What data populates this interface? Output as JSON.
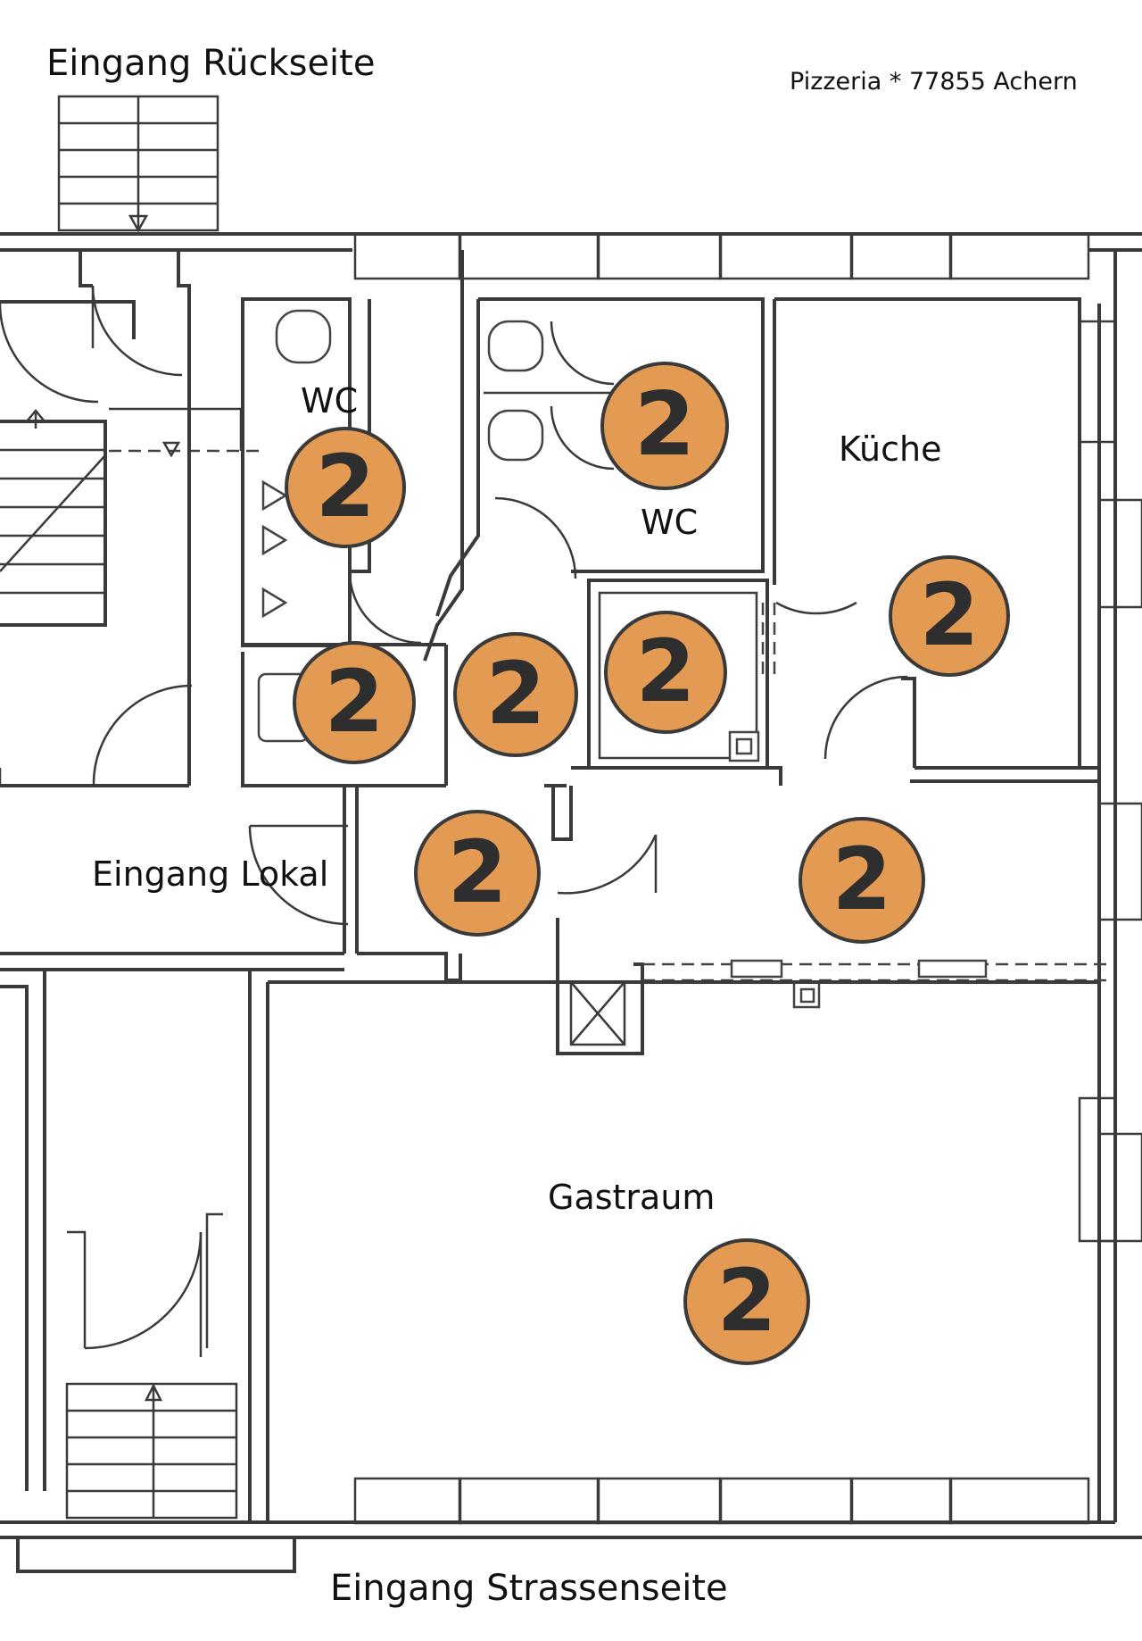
{
  "labels": {
    "entrance_back": "Eingang Rückseite",
    "header": "Pizzeria * 77855 Achern",
    "wc_1": "WC",
    "wc_2": "WC",
    "kitchen": "Küche",
    "entrance_local": "Eingang Lokal",
    "dining_room": "Gastraum",
    "entrance_street": "Eingang Strassenseite"
  },
  "markers": [
    {
      "id": "marker-wc-upper",
      "value": "2"
    },
    {
      "id": "marker-wc-left",
      "value": "2"
    },
    {
      "id": "marker-kitchen",
      "value": "2"
    },
    {
      "id": "marker-wc-lower-left",
      "value": "2"
    },
    {
      "id": "marker-hall",
      "value": "2"
    },
    {
      "id": "marker-closet",
      "value": "2"
    },
    {
      "id": "marker-entrance-local",
      "value": "2"
    },
    {
      "id": "marker-corridor",
      "value": "2"
    },
    {
      "id": "marker-dining",
      "value": "2"
    }
  ],
  "colors": {
    "marker_fill": "#e39a52",
    "wall": "#3a3a3a"
  }
}
